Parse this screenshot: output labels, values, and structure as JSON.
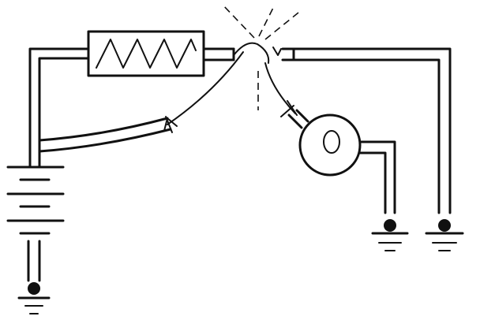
{
  "diagram": {
    "components": [
      {
        "id": "resistor",
        "kind": "heating-element"
      },
      {
        "id": "spark-gap",
        "kind": "spark"
      },
      {
        "id": "bulb",
        "kind": "lamp"
      },
      {
        "id": "battery",
        "kind": "battery"
      },
      {
        "id": "ground-left",
        "kind": "ground"
      },
      {
        "id": "ground-bulb",
        "kind": "ground"
      },
      {
        "id": "ground-right",
        "kind": "ground"
      }
    ],
    "colors": {
      "ink": "#111111",
      "paper": "#ffffff"
    }
  }
}
